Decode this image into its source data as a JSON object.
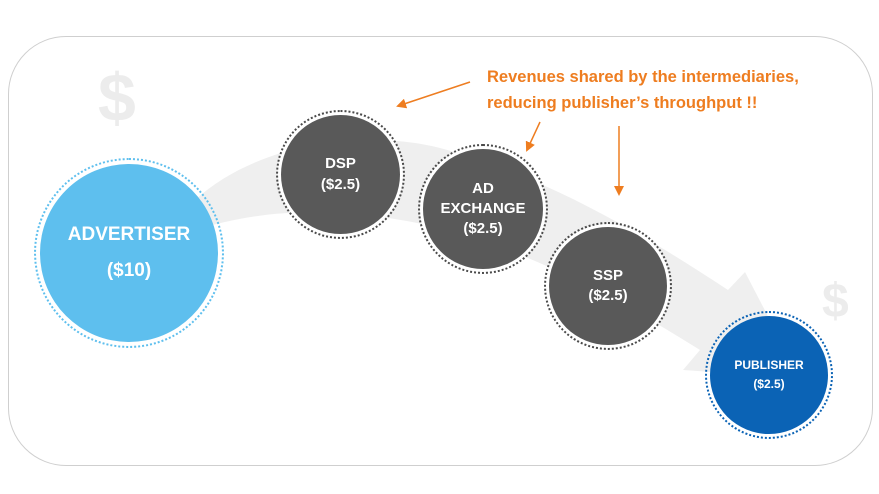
{
  "annotation": {
    "line1": "Revenues shared by the intermediaries,",
    "line2": "reducing publisher’s throughput  !!"
  },
  "nodes": {
    "advertiser": {
      "name": "ADVERTISER",
      "amount": "($10)"
    },
    "dsp": {
      "name": "DSP",
      "amount": "($2.5)"
    },
    "ad_exchange": {
      "name_line1": "AD",
      "name_line2": "EXCHANGE",
      "amount": "($2.5)"
    },
    "ssp": {
      "name": "SSP",
      "amount": "($2.5)"
    },
    "publisher": {
      "name": "PUBLISHER",
      "amount": "($2.5)"
    }
  },
  "decor": {
    "dollar_glyph": "$"
  },
  "colors": {
    "advertiser": "#5ebfee",
    "intermediary": "#595959",
    "publisher": "#0b63b5",
    "annotation": "#ee7d20",
    "flow_arrow": "#efefef"
  }
}
